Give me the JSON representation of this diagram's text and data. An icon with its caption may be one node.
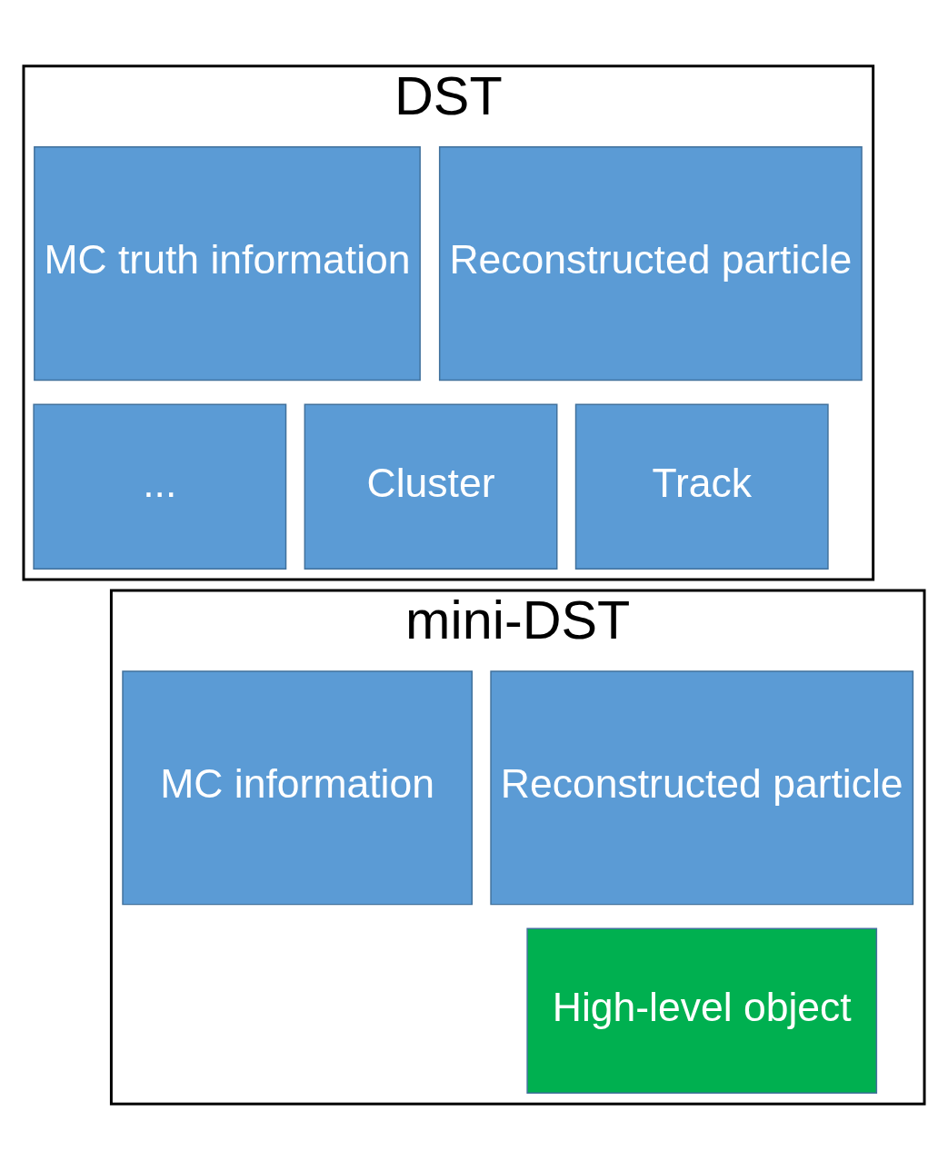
{
  "diagram": {
    "nodes": [
      {
        "text": [
          "DST"
        ]
      },
      {
        "text": [
          "Reconstructed particle"
        ],
        "in": 0
      },
      {
        "text": [
          "MC truth information"
        ],
        "in": 0
      },
      {
        "text": [
          "Track"
        ],
        "in": 0
      },
      {
        "text": [
          "Cluster"
        ],
        "in": 0
      },
      {
        "text": [
          "..."
        ],
        "in": 0
      },
      {
        "text": [
          "mini-DST"
        ]
      },
      {
        "text": [
          "Reconstructed particle"
        ],
        "in": 6
      },
      {
        "text": [
          "MC information"
        ],
        "in": 6
      },
      {
        "text": [
          "High-level object"
        ],
        "in": 6
      }
    ],
    "edges": []
  }
}
